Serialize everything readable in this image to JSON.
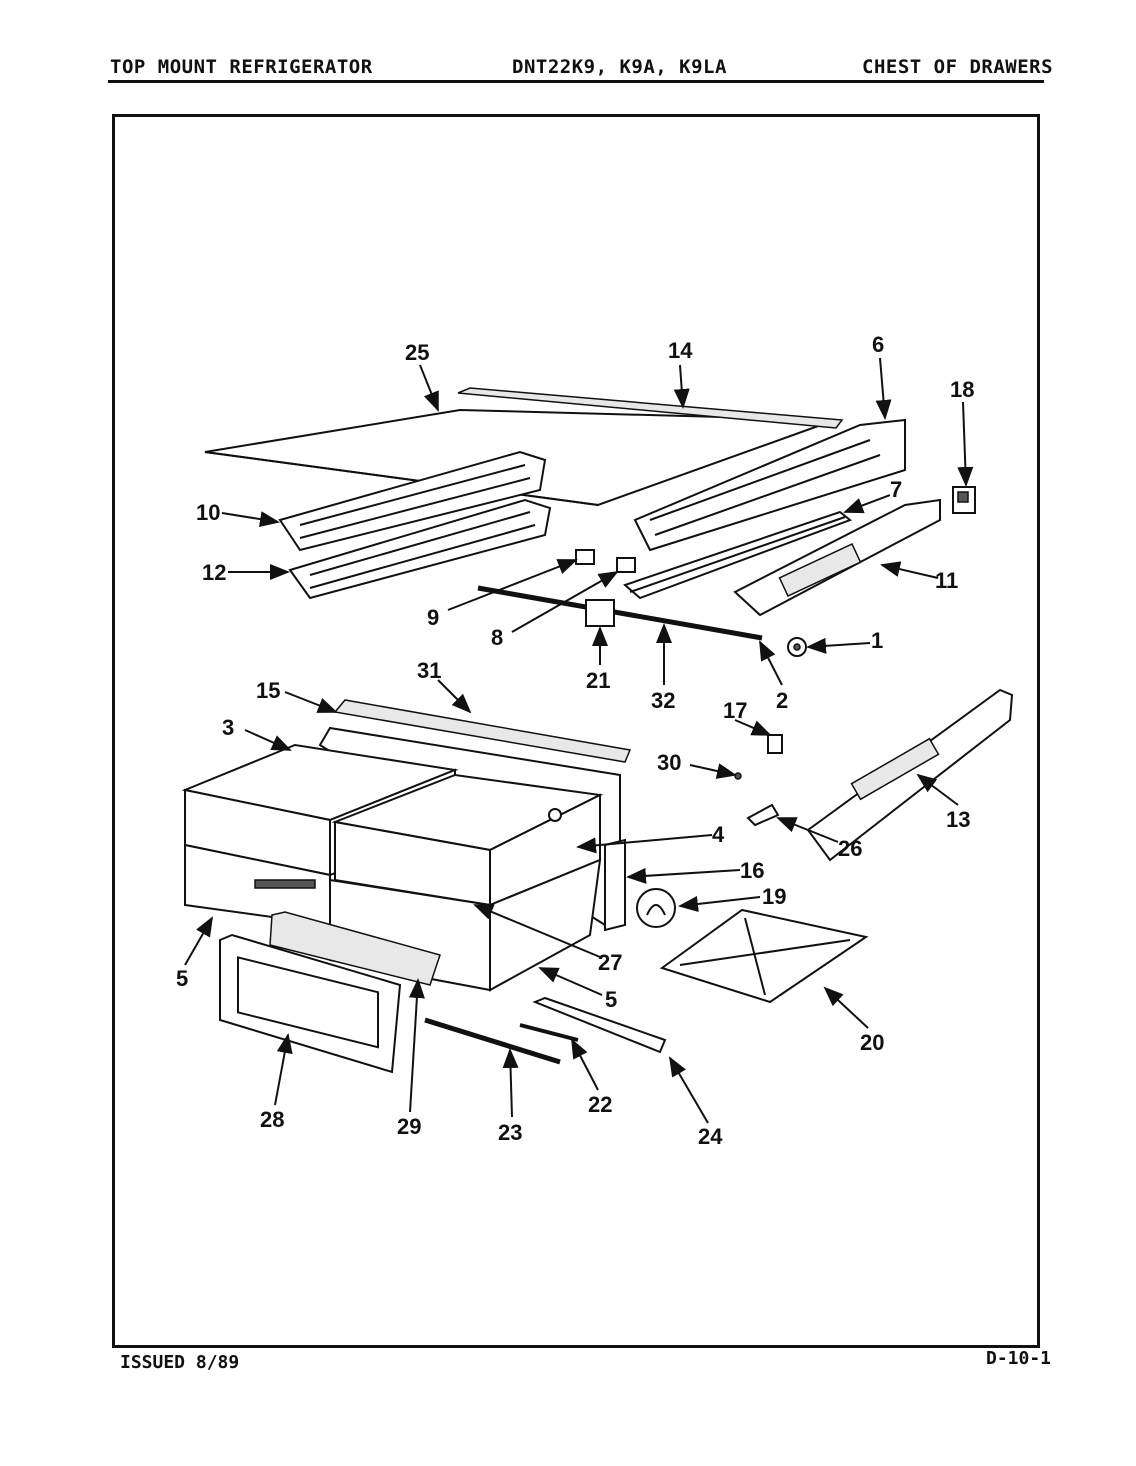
{
  "header": {
    "left": "TOP MOUNT REFRIGERATOR",
    "center": "DNT22K9, K9A, K9LA",
    "right": "CHEST OF DRAWERS"
  },
  "footer": {
    "left": "ISSUED 8/89",
    "right": "D-10-1"
  },
  "callouts": [
    "25",
    "14",
    "6",
    "18",
    "10",
    "7",
    "12",
    "11",
    "9",
    "8",
    "1",
    "21",
    "32",
    "2",
    "15",
    "31",
    "3",
    "17",
    "30",
    "13",
    "4",
    "26",
    "16",
    "19",
    "27",
    "5",
    "5",
    "20",
    "28",
    "29",
    "23",
    "22",
    "24"
  ]
}
